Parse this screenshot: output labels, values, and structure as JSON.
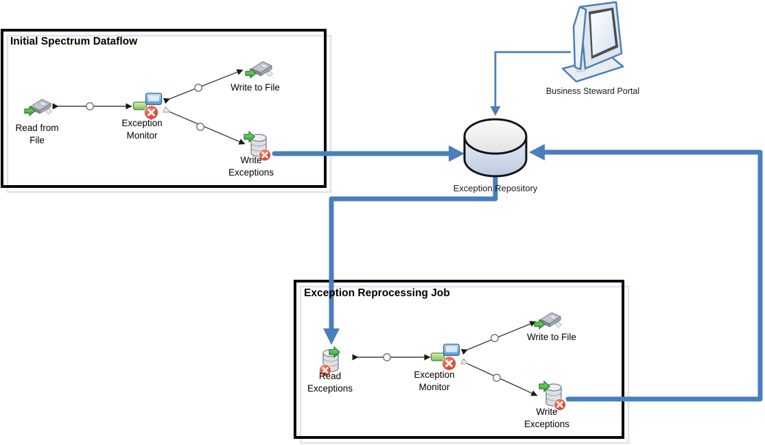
{
  "initial_dataflow": {
    "title": "Initial Spectrum Dataflow",
    "nodes": {
      "read_from_file": {
        "line1": "Read from",
        "line2": "File"
      },
      "exception_monitor": {
        "line1": "Exception",
        "line2": "Monitor"
      },
      "write_to_file": {
        "label": "Write to File"
      },
      "write_exceptions": {
        "line1": "Write",
        "line2": "Exceptions"
      }
    }
  },
  "reprocessing_job": {
    "title": "Exception Reprocessing Job",
    "nodes": {
      "read_exceptions": {
        "line1": "Read",
        "line2": "Exceptions"
      },
      "exception_monitor": {
        "line1": "Exception",
        "line2": "Monitor"
      },
      "write_to_file": {
        "label": "Write to File"
      },
      "write_exceptions": {
        "line1": "Write",
        "line2": "Exceptions"
      }
    }
  },
  "repository": {
    "label": "Exception Repository"
  },
  "portal": {
    "label": "Business Steward Portal"
  },
  "icons": {
    "file_stage": "disk-with-green-arrow",
    "exception_monitor_stage": "green-bar-blue-screen-red-x",
    "exceptions_db_stage": "cylinder-green-arrow-red-x",
    "repository": "database-cylinder",
    "portal": "lcd-monitor"
  },
  "colors": {
    "flow_arrow_blue": "#4a7ebc",
    "box_border_black": "#000000",
    "box_shadow_blue": "#dbe4f3",
    "connector_gray": "#3c3c3c",
    "stage_green": "#6fbf49",
    "stage_blue": "#5d95cc",
    "error_red": "#d92f1c"
  }
}
